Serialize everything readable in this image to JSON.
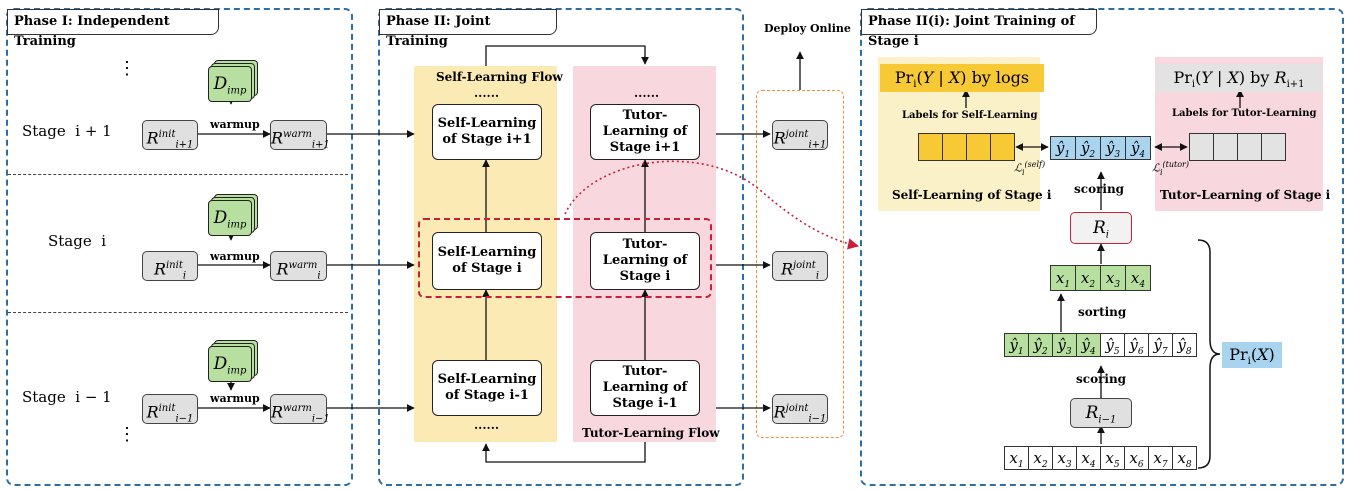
{
  "phase1": {
    "title": "Phase I: Independent Training"
  },
  "phase2": {
    "title": "Phase II: Joint Training",
    "self_flow": "Self-Learning Flow",
    "tutor_flow": "Tutor-Learning Flow"
  },
  "deploy": "Deploy Online",
  "phase3": {
    "title": "Phase II(i): Joint Training of Stage i"
  },
  "stages": {
    "upper": "Stage  i + 1",
    "mid": "Stage  i",
    "lower": "Stage  i − 1"
  },
  "warmup": "warmup",
  "dots": "......",
  "vdots": "⋮",
  "boxes": {
    "self_upper": "Self-Learning of Stage i+1",
    "self_mid": "Self-Learning of Stage i",
    "self_lower": "Self-Learning of Stage i-1",
    "tutor_upper": "Tutor-Learning of Stage i+1",
    "tutor_mid": "Tutor-Learning of Stage i",
    "tutor_lower": "Tutor-Learning of Stage i-1"
  },
  "right": {
    "self_target": "Pr_i(Y | X) by logs",
    "tutor_target": "Pr_i(Y | X) by R_{i+1}",
    "labels_self": "Labels for Self-Learning",
    "labels_tutor": "Labels for Tutor-Learning",
    "self_caption": "Self-Learning of Stage i",
    "tutor_caption": "Tutor-Learning of Stage i",
    "scoring": "scoring",
    "sorting": "sorting",
    "pr_x": "Pr_i(X)"
  },
  "colors": {
    "panel_border": "#2e6fa3",
    "self_bg": "#fbeab3",
    "tutor_bg": "#f8d7df",
    "green": "#b7dfa0",
    "blue": "#a8d4ef",
    "yellow": "#f6c935",
    "red": "#c8203a",
    "orange": "#e8913a",
    "gray": "#e0e0e0"
  },
  "icons": [
    "document-stack-icon"
  ]
}
